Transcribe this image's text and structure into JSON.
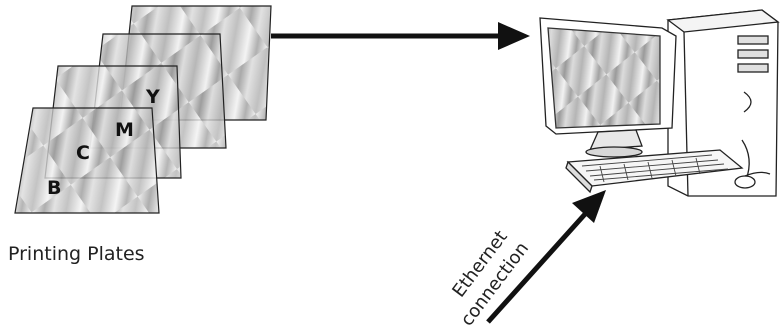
{
  "plates": [
    {
      "letter": "B"
    },
    {
      "letter": "C"
    },
    {
      "letter": "M"
    },
    {
      "letter": "Y"
    }
  ],
  "caption": "Printing Plates",
  "connection_label": {
    "line1": "Ethernet",
    "line2": "connection"
  },
  "colors": {
    "ink": "#111111",
    "plate_light": "#e6e6e6",
    "plate_dark": "#8f8f8f"
  }
}
